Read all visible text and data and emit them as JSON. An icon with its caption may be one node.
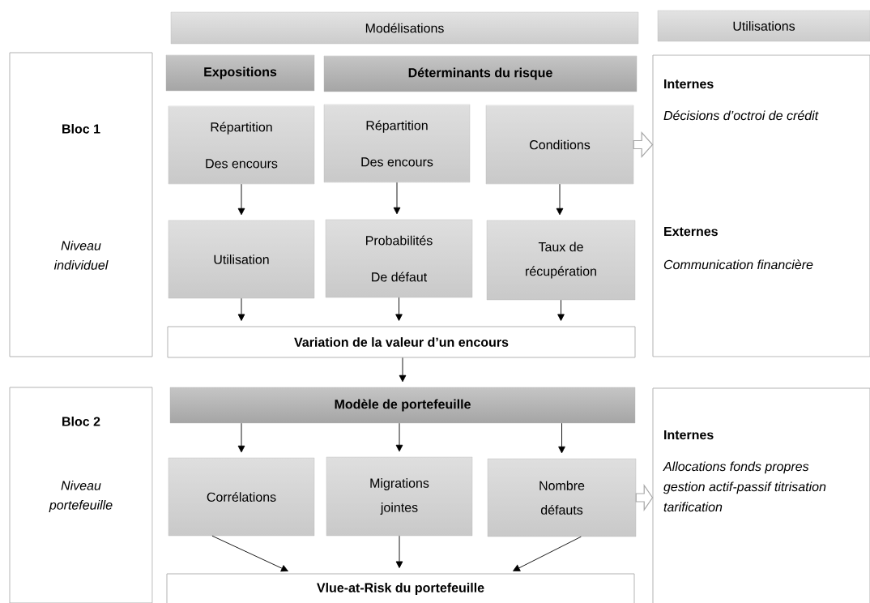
{
  "diagram": {
    "nodes": [
      {
        "text": [
          "Modélisations"
        ]
      },
      {
        "text": [
          "Utilisations"
        ]
      },
      {
        "text": [
          "Bloc 1",
          "Niveau individuel"
        ]
      },
      {
        "text": [
          "Expositions"
        ]
      },
      {
        "text": [
          "Déterminants du risque"
        ]
      },
      {
        "text": [
          "Répartition Des encours"
        ]
      },
      {
        "text": [
          "Répartition Des encours"
        ]
      },
      {
        "text": [
          "Conditions"
        ]
      },
      {
        "text": [
          "Utilisation"
        ]
      },
      {
        "text": [
          "Probabilités De défaut"
        ]
      },
      {
        "text": [
          "Taux de récupération"
        ]
      },
      {
        "text": [
          "Variation de la valeur d’un encours"
        ]
      },
      {
        "text": [
          "Internes",
          "Décisions d’octroi de crédit",
          "Externes",
          "Communication financière"
        ]
      },
      {
        "text": [
          "Bloc 2",
          "Niveau portefeuille"
        ]
      },
      {
        "text": [
          "Modèle de portefeuille"
        ]
      },
      {
        "text": [
          "Corrélations"
        ]
      },
      {
        "text": [
          "Migrations jointes"
        ]
      },
      {
        "text": [
          "Nombre défauts"
        ]
      },
      {
        "text": [
          "Vlue-at-Risk du portefeuille"
        ]
      },
      {
        "text": [
          "Internes",
          "Allocations fonds propres gestion actif-passif titrisation tarification"
        ]
      }
    ],
    "edges": [
      {
        "from": 5,
        "to": 8,
        "arrow": "to"
      },
      {
        "from": 6,
        "to": 9,
        "arrow": "to"
      },
      {
        "from": 7,
        "to": 10,
        "arrow": "to"
      },
      {
        "from": 7,
        "to": 12,
        "arrow": "to",
        "style": "thick",
        "color": "#a6a6a6"
      },
      {
        "from": 8,
        "to": 11,
        "arrow": "to"
      },
      {
        "from": 9,
        "to": 11,
        "arrow": "to"
      },
      {
        "from": 10,
        "to": 11,
        "arrow": "to"
      },
      {
        "from": 11,
        "to": 14,
        "arrow": "to"
      },
      {
        "from": 14,
        "to": 15,
        "arrow": "to"
      },
      {
        "from": 14,
        "to": 16,
        "arrow": "to"
      },
      {
        "from": 14,
        "to": 17,
        "arrow": "to"
      },
      {
        "from": 17,
        "to": 19,
        "arrow": "to",
        "style": "thick",
        "color": "#a6a6a6"
      },
      {
        "from": 15,
        "to": 18,
        "arrow": "to"
      },
      {
        "from": 16,
        "to": 18,
        "arrow": "to"
      },
      {
        "from": 17,
        "to": 18,
        "arrow": "to"
      }
    ]
  }
}
